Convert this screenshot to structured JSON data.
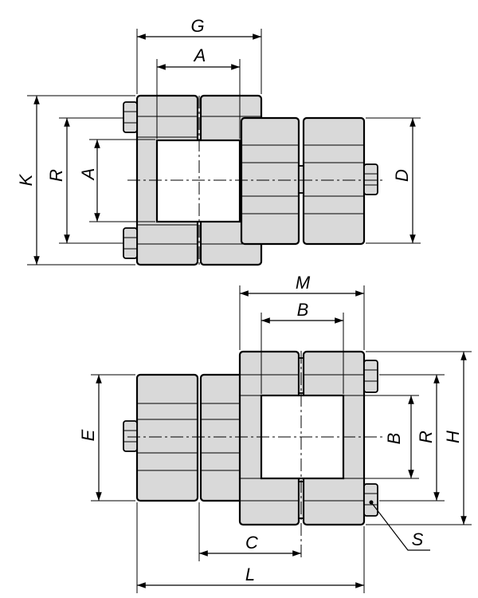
{
  "labels": {
    "G": "G",
    "A_top": "A",
    "K": "K",
    "R_top": "R",
    "A_left": "A",
    "D": "D",
    "M": "M",
    "B_top": "B",
    "E": "E",
    "B_right": "B",
    "R_right": "R",
    "H": "H",
    "S": "S",
    "C": "C",
    "L": "L"
  }
}
